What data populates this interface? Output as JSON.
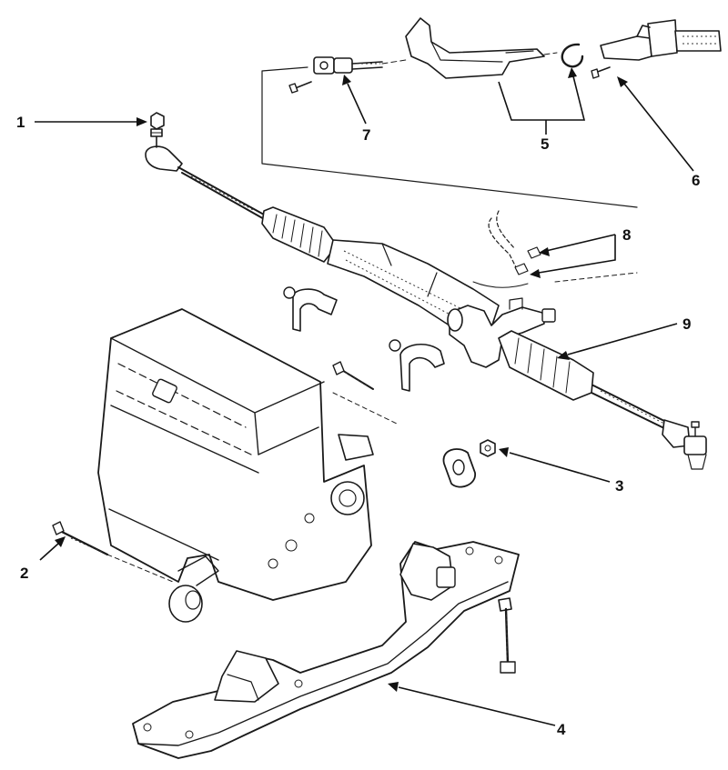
{
  "callouts": [
    {
      "id": "1",
      "label": "1"
    },
    {
      "id": "2",
      "label": "2"
    },
    {
      "id": "3",
      "label": "3"
    },
    {
      "id": "4",
      "label": "4"
    },
    {
      "id": "5",
      "label": "5"
    },
    {
      "id": "6",
      "label": "6"
    },
    {
      "id": "7",
      "label": "7"
    },
    {
      "id": "8",
      "label": "8"
    },
    {
      "id": "9",
      "label": "9"
    }
  ],
  "colors": {
    "ink": "#1a1a1a",
    "paper": "#ffffff"
  }
}
